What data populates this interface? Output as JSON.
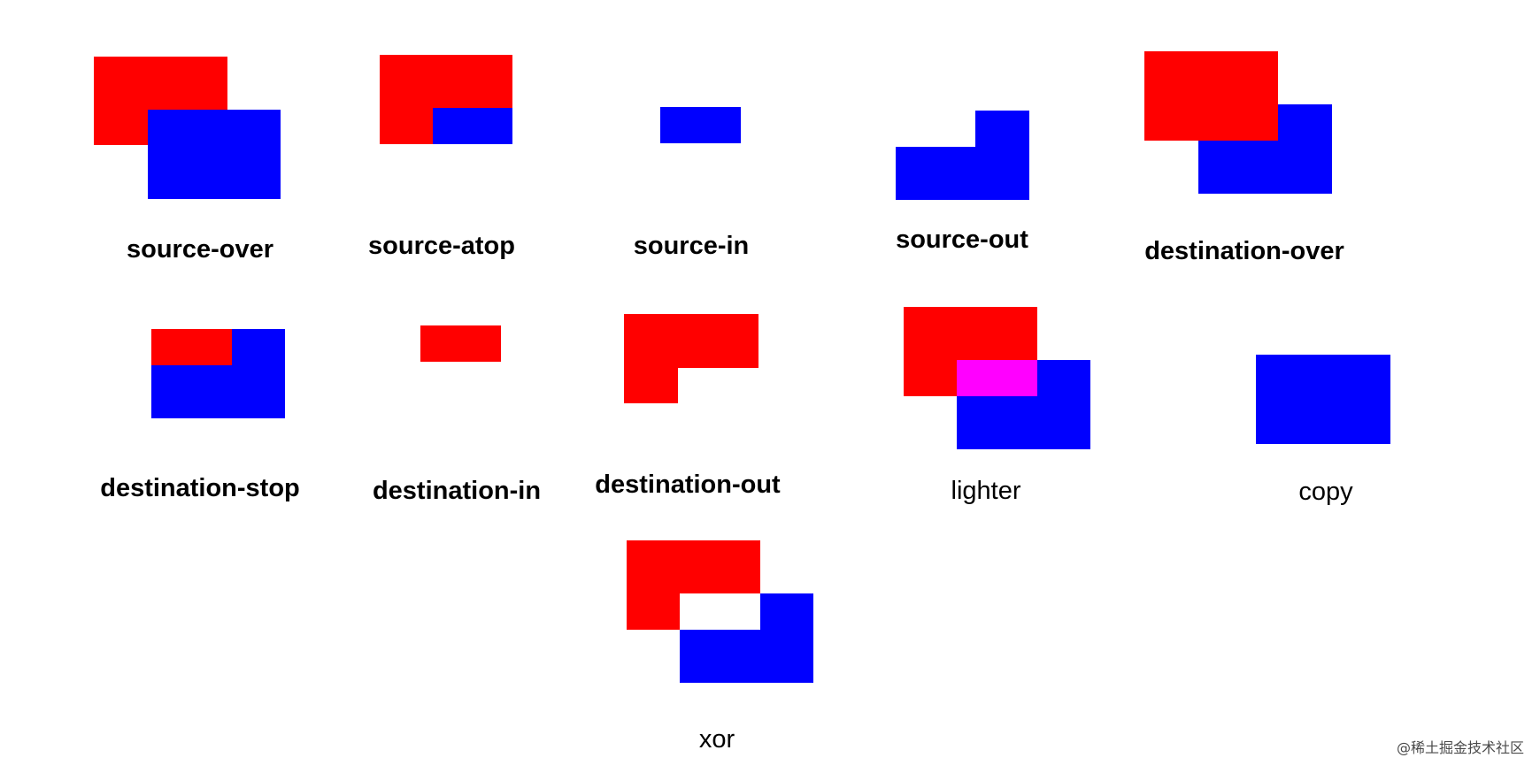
{
  "colors": {
    "source": "#ff0000",
    "destination": "#0000ff",
    "overlap_lighter": "#ff00ff",
    "background": "#ffffff"
  },
  "modes": [
    {
      "label": "source-over"
    },
    {
      "label": "source-atop"
    },
    {
      "label": "source-in"
    },
    {
      "label": "source-out"
    },
    {
      "label": "destination-over"
    },
    {
      "label": "destination-stop"
    },
    {
      "label": "destination-in"
    },
    {
      "label": "destination-out"
    },
    {
      "label": "lighter"
    },
    {
      "label": "copy"
    },
    {
      "label": "xor"
    }
  ],
  "watermark": "@稀土掘金技术社区"
}
